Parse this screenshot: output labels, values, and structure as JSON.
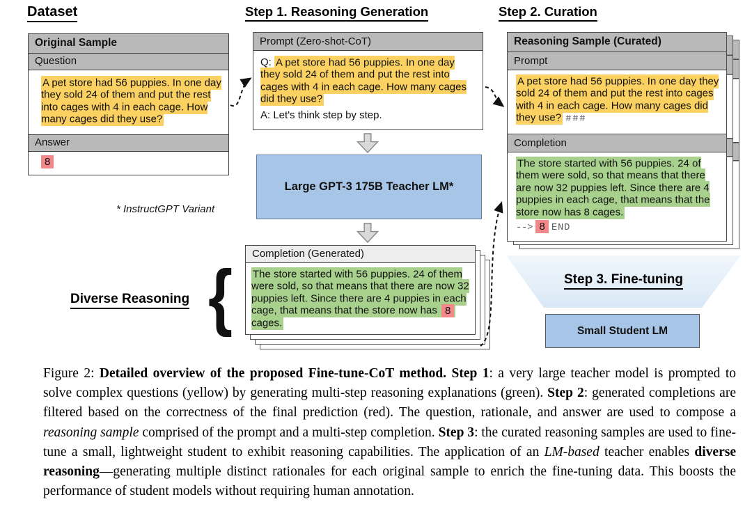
{
  "figure": {
    "dataset": {
      "heading": "Dataset",
      "sample": {
        "title": "Original Sample",
        "question_label": "Question",
        "question": "A pet store had 56 puppies. In one day they sold 24 of them and put the rest into cages with 4 in each cage. How many cages did they use?",
        "answer_label": "Answer",
        "answer": "8"
      },
      "footnote": "* InstructGPT Variant",
      "diverse_reasoning_label": "Diverse Reasoning"
    },
    "step1": {
      "heading": "Step 1. Reasoning Generation",
      "prompt_box": {
        "title": "Prompt (Zero-shot-CoT)",
        "q_prefix": "Q: ",
        "question": "A pet store had 56 puppies. In one day they sold 24 of them and put the rest into cages with 4 in each cage. How many cages did they use?",
        "answer_line": "A: Let's think step by step."
      },
      "teacher_label": "Large GPT-3 175B Teacher LM*",
      "completion_box": {
        "title": "Completion (Generated)",
        "text_before_answer": "The store started with 56 puppies. 24 of them were sold, so that means that there are now 32 puppies left.  Since there are 4 puppies in each cage, that means that the store now has ",
        "answer": "8",
        "text_after_answer": " cages."
      }
    },
    "step2": {
      "heading": "Step 2. Curation",
      "sample_box": {
        "title": "Reasoning Sample (Curated)",
        "prompt_label": "Prompt",
        "prompt_text": "A pet store had 56 puppies. In one day they sold 24 of them and put the rest into cages with 4 in each cage. How many cages did they use?",
        "prompt_delimiter": "###",
        "completion_label": "Completion",
        "completion_text": "The store started with 56 puppies. 24 of them were sold, so that means that there are now 32 puppies left.  Since there are 4 puppies in each cage, that means that the store now has 8 cages.",
        "final_arrow": "-->",
        "final_answer": "8",
        "end_token": "END"
      }
    },
    "step3": {
      "heading": "Step 3. Fine-tuning",
      "student_label": "Small Student LM"
    }
  },
  "icons": {
    "curly_brace": "{",
    "down_block_arrow": "hollow-down-arrow",
    "dashed_arrow": "curved-dashed-arrow"
  },
  "caption": {
    "segments": [
      {
        "text": "Figure 2: "
      },
      {
        "text": "Detailed overview of the proposed Fine-tune-CoT method."
      },
      {
        "text": " "
      },
      {
        "text": "Step 1"
      },
      {
        "text": ": a very large teacher model is prompted to solve complex questions (yellow) by generating multi-step reasoning explanations (green). "
      },
      {
        "text": "Step 2"
      },
      {
        "text": ": generated completions are filtered based on the correctness of the final prediction (red). The question, rationale, and answer are used to compose a "
      },
      {
        "text": "reasoning sample"
      },
      {
        "text": " comprised of the prompt and a multi-step completion. "
      },
      {
        "text": "Step 3"
      },
      {
        "text": ": the curated reasoning samples are used to fine-tune a small, lightweight student to exhibit reasoning capabilities. The application of an "
      },
      {
        "text": "LM-based"
      },
      {
        "text": " teacher enables "
      },
      {
        "text": "diverse reasoning"
      },
      {
        "text": "—generating multiple distinct rationales for each original sample to enrich the fine-tuning data. This boosts the performance of student models without requiring human annotation."
      }
    ]
  },
  "colors": {
    "hl_yellow": "#fbd162",
    "hl_green": "#a9d18e",
    "hl_red": "#f4878a",
    "box_blue": "#a7c6e7",
    "band_gray": "#b9b9b9",
    "band_light": "#ededed",
    "funnel_top": "#f1f7fc",
    "funnel_bottom": "#d9e8f6"
  }
}
